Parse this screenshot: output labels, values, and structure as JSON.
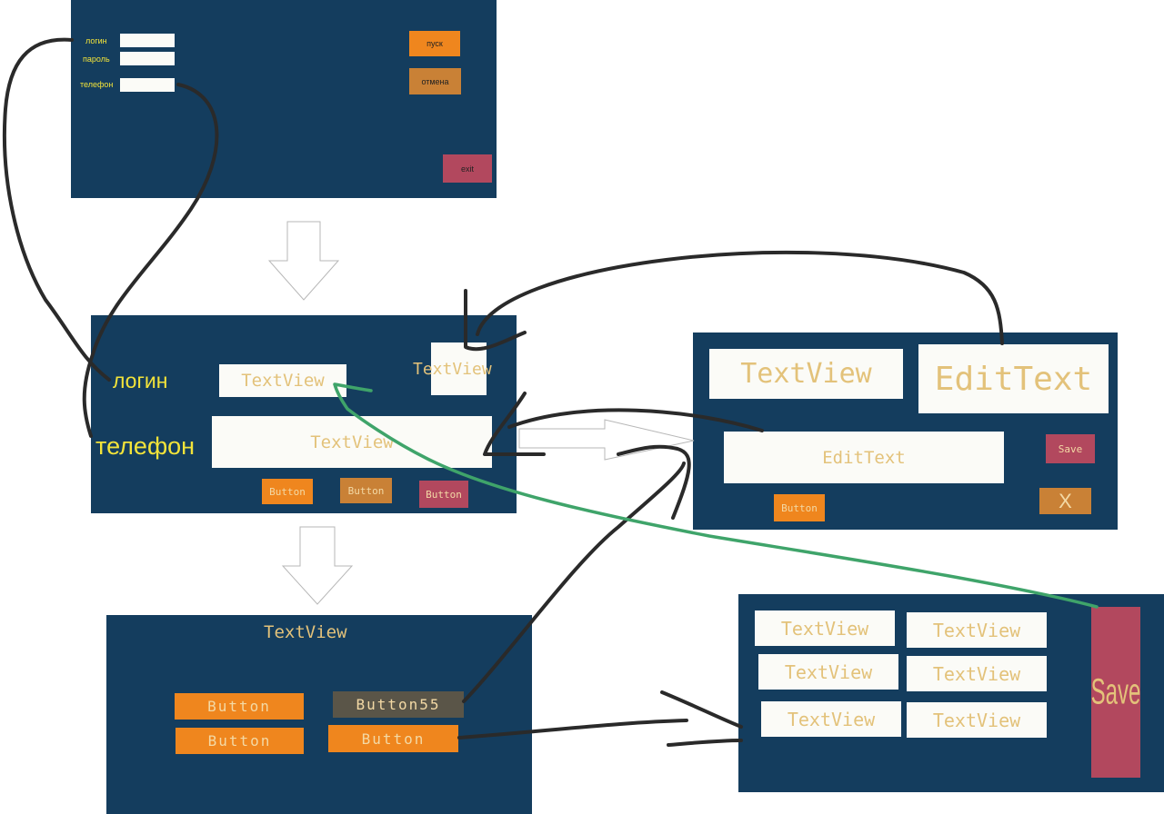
{
  "screen1": {
    "login_label": "логин",
    "password_label": "пароль",
    "phone_label": "телефон",
    "start_button": "пуск",
    "cancel_button": "отмена",
    "exit_button": "exit"
  },
  "screen2": {
    "login_label": "логин",
    "phone_label": "телефон",
    "textview_1": "TextView",
    "textview_2": "TextView",
    "textview_3": "TextView",
    "button_1": "Button",
    "button_2": "Button",
    "button_3": "Button"
  },
  "screen3": {
    "textview_1": "TextView",
    "edittext_1": "EditText",
    "edittext_2": "EditText",
    "save_button": "Save",
    "close_button": "X",
    "button_1": "Button"
  },
  "screen4": {
    "title": "TextView",
    "button_1": "Button",
    "button_2": "Button55",
    "button_3": "Button",
    "button_4": "Button"
  },
  "screen5": {
    "textviews": [
      "TextView",
      "TextView",
      "TextView",
      "TextView",
      "TextView",
      "TextView"
    ],
    "save_button": "Save"
  },
  "colors": {
    "panel": "#143d5e",
    "label_yellow": "#f2e33a",
    "button_orange": "#ef861e",
    "button_brown": "#c98136",
    "button_red": "#b2485e",
    "textview_text": "#e3c27a",
    "link_dark": "#2a2a2a",
    "link_green": "#3fa46a"
  }
}
